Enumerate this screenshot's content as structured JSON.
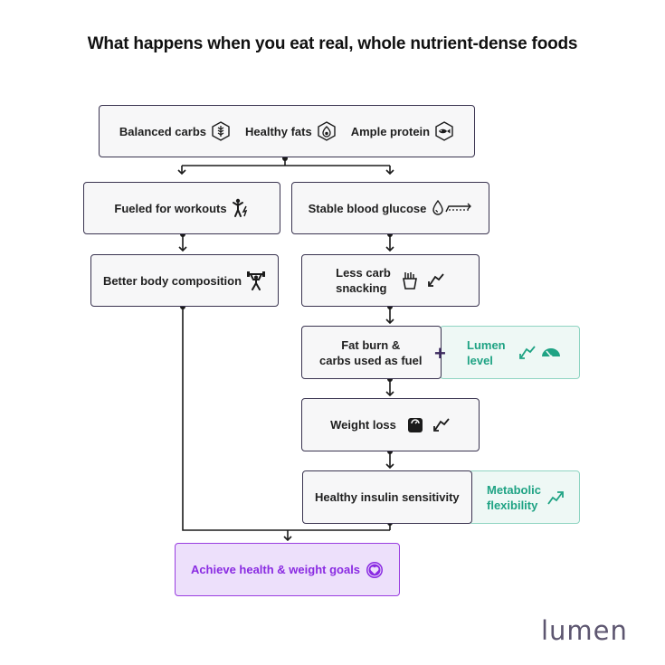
{
  "title": "What happens when you eat real, whole nutrient-dense foods",
  "top_box": {
    "items": [
      {
        "label": "Balanced carbs",
        "icon": "wheat-icon"
      },
      {
        "label": "Healthy fats",
        "icon": "avocado-icon"
      },
      {
        "label": "Ample protein",
        "icon": "fish-icon"
      }
    ]
  },
  "left_branch": {
    "workouts": {
      "label": "Fueled for workouts",
      "icon": "runner-bolt-icon"
    },
    "body_comp": {
      "label": "Better body composition",
      "icon": "weightlifter-icon"
    }
  },
  "right_branch": {
    "glucose": {
      "label": "Stable blood glucose",
      "icon": "glucose-stable-icon"
    },
    "snacking": {
      "line1": "Less carb",
      "line2": "snacking",
      "icon": "fries-icon",
      "trend": "trend-down-icon"
    },
    "fat_burn": {
      "line1": "Fat burn &",
      "line2": "carbs used as fuel",
      "plus": "+"
    },
    "lumen_level": {
      "line1": "Lumen",
      "line2": "level",
      "icons": [
        "trend-down-icon",
        "gauge-icon"
      ]
    },
    "weight_loss": {
      "label": "Weight loss",
      "icon": "scale-icon",
      "trend": "trend-down-icon"
    },
    "insulin": {
      "label": "Healthy insulin sensitivity"
    },
    "metabolic": {
      "line1": "Metabolic",
      "line2": "flexibility",
      "icon": "trend-up-icon"
    }
  },
  "goal": {
    "label": "Achieve health & weight goals",
    "icon": "heart-badge-icon"
  },
  "brand": {
    "logo": "lumen"
  },
  "colors": {
    "border": "#3a3450",
    "box_fill": "#f7f7f8",
    "teal": "#1fa384",
    "teal_fill": "#eef8f5",
    "purple": "#8a2be2",
    "purple_fill": "#ede0fb"
  }
}
